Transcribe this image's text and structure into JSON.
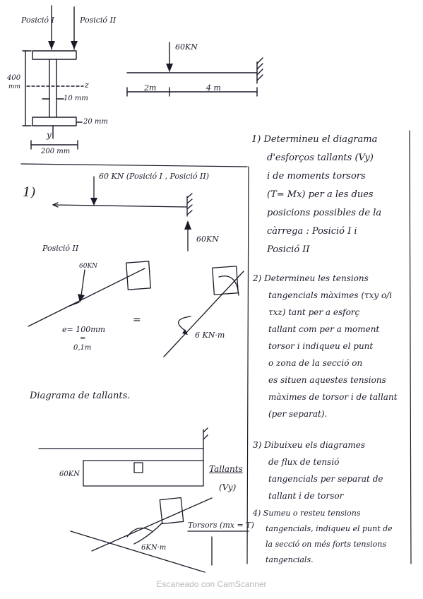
{
  "section_top": {
    "pos1_label": "Posició I",
    "pos2_label": "Posició II",
    "dim_400": "400",
    "dim_mm": "mm",
    "axis_z": "z",
    "dim_10mm": "10 mm",
    "dim_20mm": "20 mm",
    "axis_y": "y",
    "dim_200mm": "200 mm"
  },
  "beam_top": {
    "load": "60KN",
    "len_a": "2m",
    "len_b": "4 m"
  },
  "tasks": {
    "t1": [
      "1) Determineu el diagrama",
      "d'esforços tallants (Vy)",
      "i de moments torsors",
      "(T= Mx) per a les dues",
      "posicions possibles de la",
      "càrrega : Posició I i",
      "Posició II"
    ],
    "t2": [
      "2) Determineu les tensions",
      "tangencials màximes (τxy o/i",
      "τxz) tant per a esforç",
      "tallant com per a moment",
      "torsor i indiqueu el punt",
      "o zona de la secció on",
      "es situen aquestes tensions",
      "màximes de torsor i de tallant",
      "(per separat)."
    ],
    "t3": [
      "3) Dibuixeu els diagrames",
      "de flux de tensió",
      "tangencials per separat de",
      "tallant i de torsor"
    ],
    "t4": [
      "4) Sumeu o resteu tensions",
      "tangencials, indiqueu el punt de",
      "la secció on més forts tensions",
      "tangencials."
    ]
  },
  "solution": {
    "num": "1)",
    "load": "60 KN (Posició I , Posició II)",
    "reaction": "60KN",
    "pos2": "Posició II",
    "load_small": "60KN",
    "ecc": "e= 100mm",
    "ecc_eq": "=",
    "ecc_m": "0,1m",
    "equals": "=",
    "moment": "6 KN·m",
    "shear_title": "Diagrama de tallants.",
    "shear_val": "60KN",
    "tallants": "Tallants",
    "vy": "(Vy)",
    "torsors": "Torsors (mx = T)",
    "torque_val": "6KN·m"
  },
  "footer": "Escaneado con CamScanner"
}
